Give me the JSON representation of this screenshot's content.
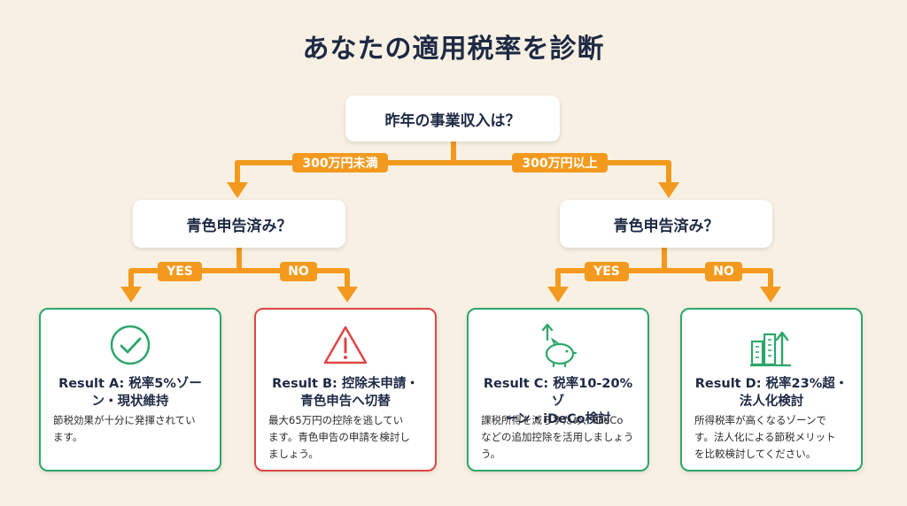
{
  "title": "あなたの適用税率を診断",
  "root": {
    "question": "昨年の事業収入は？"
  },
  "branches": {
    "left": {
      "label": "300万円未満",
      "question": "青色申告済み？",
      "yes": "YES",
      "no": "NO"
    },
    "right": {
      "label": "300万円以上",
      "question": "青色申告済み？",
      "yes": "YES",
      "no": "NO"
    }
  },
  "results": [
    {
      "head_line1": "Result A: 税率5%ゾー",
      "head_line2": "ン・現状維持",
      "desc_line1": "節税効果が十分に発揮されてい",
      "desc_line2": "ます。",
      "desc_line3": "",
      "status": "good",
      "icon": "check-circle-icon"
    },
    {
      "head_line1": "Result B: 控除未申請・",
      "head_line2": "青色申告へ切替",
      "desc_line1": "最大65万円の控除を逃してい",
      "desc_line2": "ます。青色申告の申請を検討し",
      "desc_line3": "ましょう。",
      "status": "warning",
      "icon": "warning-triangle-icon"
    },
    {
      "head_line1": "Result C: 税率10-20%ゾ",
      "head_line2": "ーン・iDeCo検討",
      "desc_line1": "課税所得を減らすため、iDeCo",
      "desc_line2": "などの追加控除を活用しましょう",
      "desc_line3": "う。",
      "status": "good",
      "icon": "piggy-bank-icon"
    },
    {
      "head_line1": "Result D: 税率23%超・",
      "head_line2": "法人化検討",
      "desc_line1": "所得税率が高くなるゾーンで",
      "desc_line2": "す。法人化による節税メリット",
      "desc_line3": "を比較検討してください。",
      "status": "good",
      "icon": "building-growth-icon"
    }
  ],
  "colors": {
    "background": "#f8f1e3",
    "arrow": "#f39a1e",
    "good_border": "#2ea66a",
    "warn_border": "#e04545",
    "text": "#1e2a45"
  }
}
